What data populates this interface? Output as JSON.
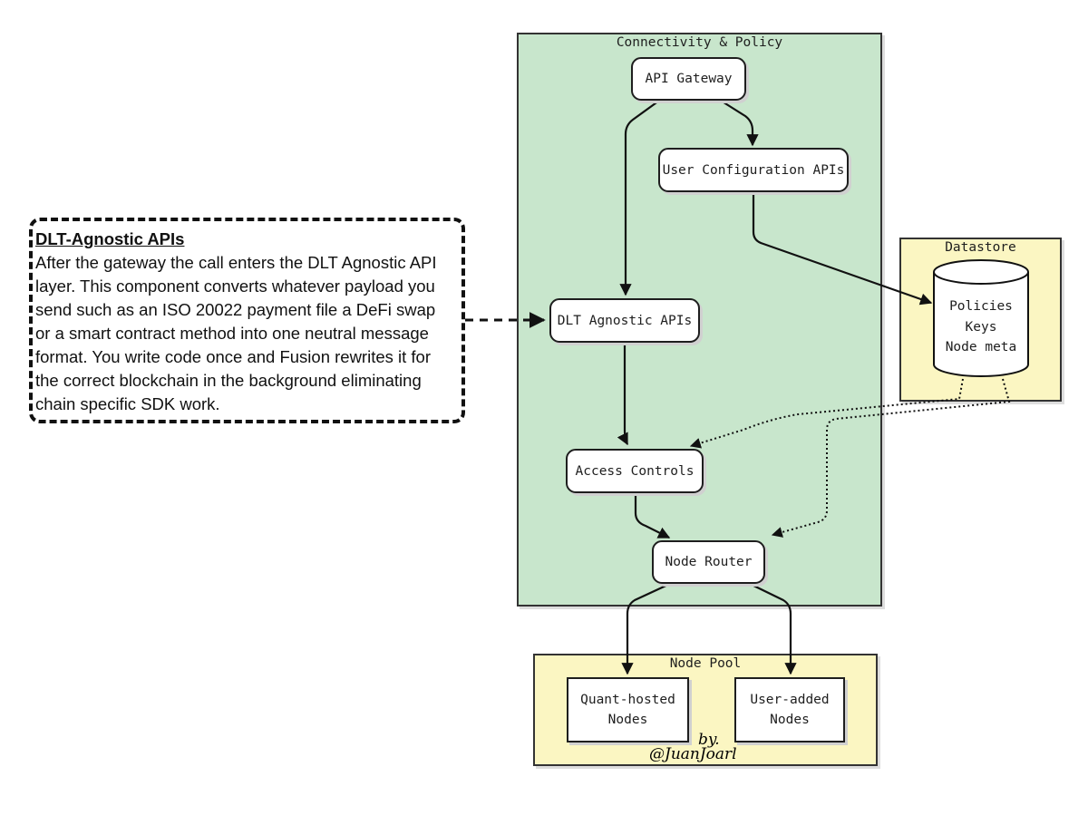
{
  "groups": {
    "connectivity": "Connectivity & Policy",
    "datastore": "Datastore",
    "node_pool": "Node Pool"
  },
  "nodes": {
    "api_gateway": "API Gateway",
    "user_config": "User Configuration APIs",
    "dlt_agnostic": "DLT Agnostic APIs",
    "access_controls": "Access Controls",
    "node_router": "Node Router",
    "quant_hosted": [
      "Quant-hosted",
      "Nodes"
    ],
    "user_added": [
      "User-added",
      "Nodes"
    ]
  },
  "datastore_items": [
    "Policies",
    "Keys",
    "Node meta"
  ],
  "note": {
    "title": "DLT-Agnostic APIs",
    "body": "After the gateway the call enters the DLT Agnostic API layer. This component converts whatever payload you send such as an ISO 20022 payment file a DeFi swap or a smart contract method into one neutral message format. You write code once and Fusion rewrites it for the correct blockchain in the background eliminating chain specific SDK work."
  },
  "signature": {
    "by": "by.",
    "handle": "@JuanJoarl"
  },
  "colors": {
    "group_green": "#c8e6cc",
    "group_yellow": "#fbf6c2",
    "stroke": "#1e1e1e"
  }
}
